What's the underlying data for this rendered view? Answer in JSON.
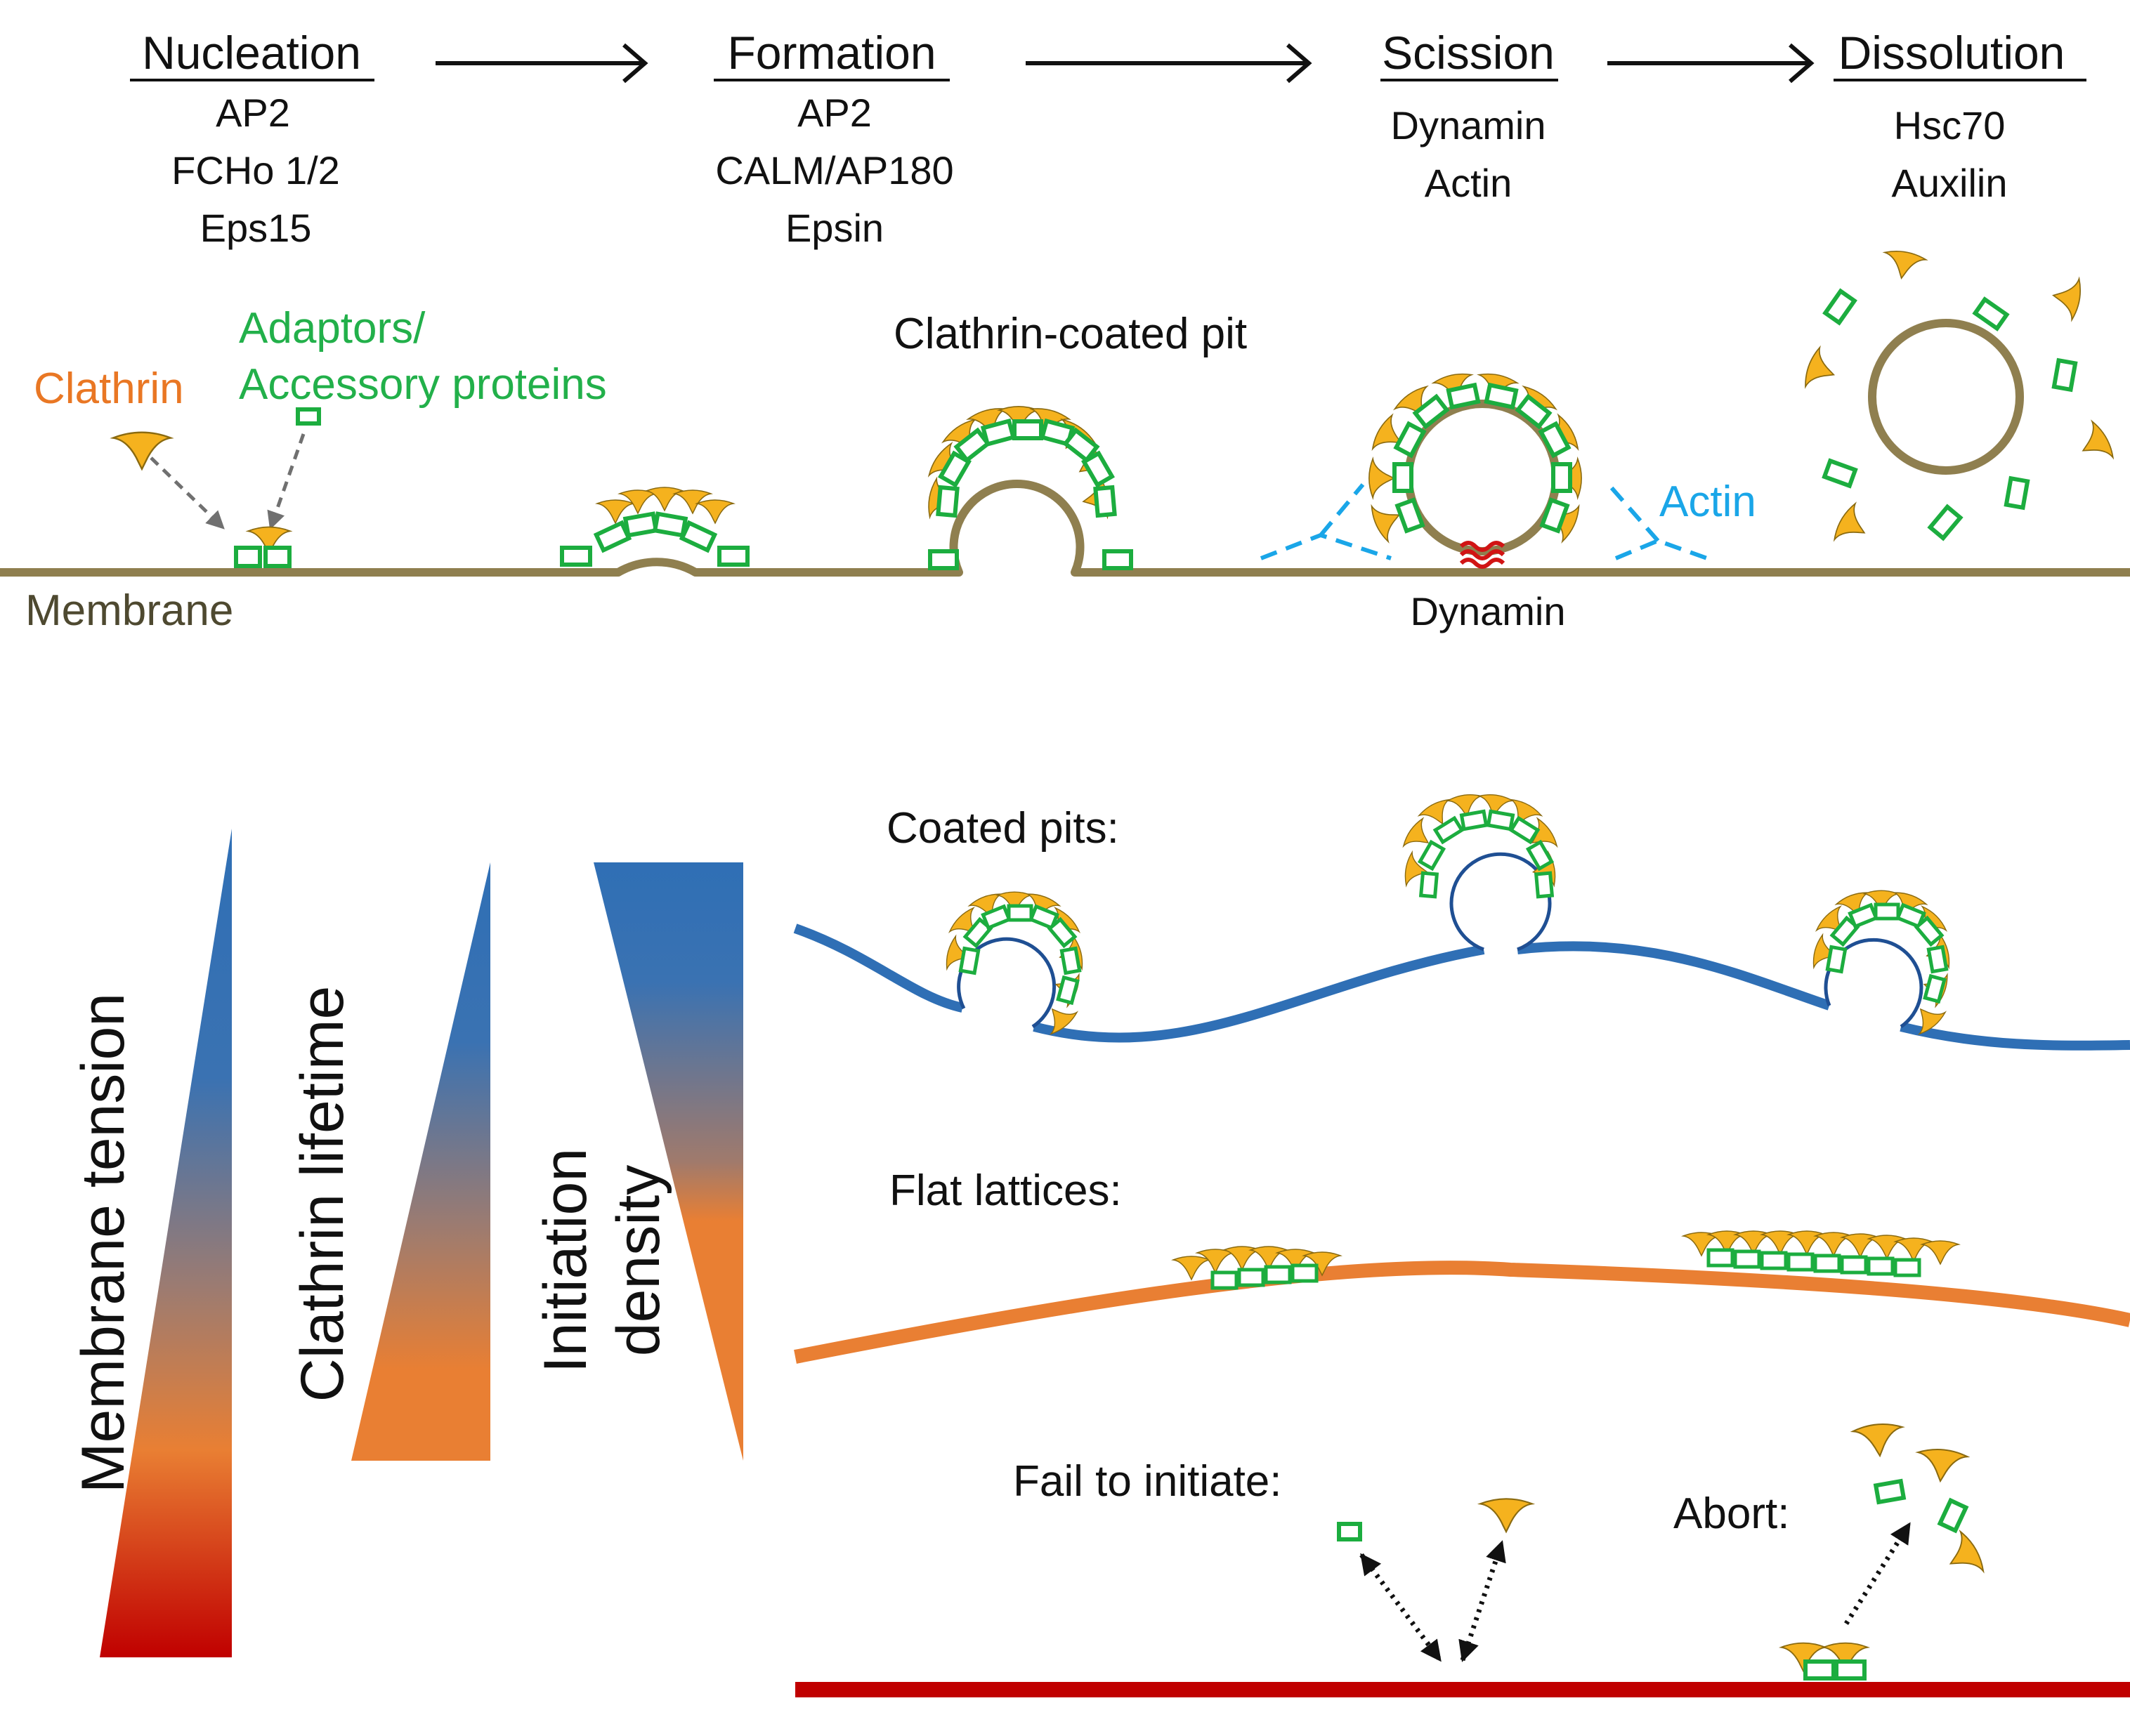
{
  "stages": [
    {
      "title": "Nucleation",
      "proteins": [
        "AP2",
        "FCHo 1/2",
        "Eps15"
      ]
    },
    {
      "title": "Formation",
      "proteins": [
        "AP2",
        "CALM/AP180",
        "Epsin"
      ]
    },
    {
      "title": "Scission",
      "proteins": [
        "Dynamin",
        "Actin"
      ]
    },
    {
      "title": "Dissolution",
      "proteins": [
        "Hsc70",
        "Auxilin"
      ]
    }
  ],
  "labels": {
    "clathrin": "Clathrin",
    "adaptors_line1": "Adaptors/",
    "adaptors_line2": "Accessory proteins",
    "membrane": "Membrane",
    "ccp": "Clathrin-coated pit",
    "actin": "Actin",
    "dynamin": "Dynamin"
  },
  "gradients": {
    "membrane_tension": "Membrane tension",
    "clathrin_lifetime": "Clathrin lifetime",
    "initiation_line1": "Initiation",
    "initiation_line2": "density"
  },
  "lower": {
    "coated_pits": "Coated pits:",
    "flat_lattices": "Flat lattices:",
    "fail": "Fail to initiate:",
    "abort": "Abort:"
  },
  "colors": {
    "clathrin": "#f5b21e",
    "adaptor": "#1cad3f",
    "membrane_top": "#8f7f4f",
    "high_tension": "#2f6fb5",
    "mid_tension": "#e97f33",
    "low_tension": "#c00000",
    "actin": "#1aa6e8",
    "dynamin": "#d11414",
    "clathrin_label": "#e97724",
    "adaptor_label": "#22b04a"
  }
}
